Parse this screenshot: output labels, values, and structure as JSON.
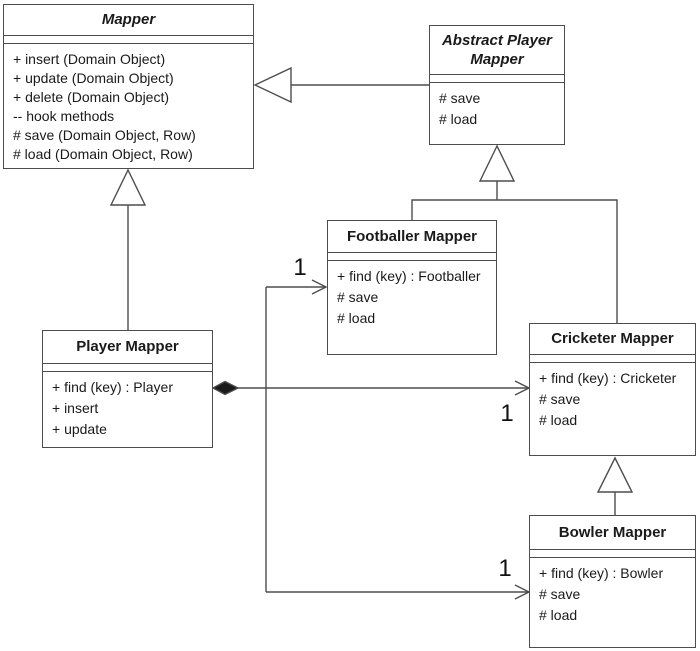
{
  "diagram": {
    "type": "uml-class-diagram",
    "classes": [
      {
        "id": "mapper",
        "title": "Mapper",
        "abstract": true,
        "members": [
          "+ insert (Domain Object)",
          "+ update (Domain Object)",
          "+ delete (Domain Object)",
          "-- hook methods",
          "# save (Domain Object, Row)",
          "# load (Domain Object, Row)"
        ]
      },
      {
        "id": "abstract-player-mapper",
        "title": "Abstract Player Mapper",
        "abstract": true,
        "members": [
          "# save",
          "# load"
        ]
      },
      {
        "id": "footballer-mapper",
        "title": "Footballer Mapper",
        "abstract": false,
        "members": [
          "+ find (key) : Footballer",
          "# save",
          "# load"
        ]
      },
      {
        "id": "player-mapper",
        "title": "Player Mapper",
        "abstract": false,
        "members": [
          "+ find (key) : Player",
          "+ insert",
          "+ update"
        ]
      },
      {
        "id": "cricketer-mapper",
        "title": "Cricketer Mapper",
        "abstract": false,
        "members": [
          "+ find (key) : Cricketer",
          "# save",
          "# load"
        ]
      },
      {
        "id": "bowler-mapper",
        "title": "Bowler Mapper",
        "abstract": false,
        "members": [
          "+ find (key) : Bowler",
          "# save",
          "# load"
        ]
      }
    ],
    "relationships": [
      {
        "type": "generalization",
        "from": "Abstract Player Mapper",
        "to": "Mapper"
      },
      {
        "type": "generalization",
        "from": "Player Mapper",
        "to": "Mapper"
      },
      {
        "type": "generalization",
        "from": "Footballer Mapper",
        "to": "Abstract Player Mapper"
      },
      {
        "type": "generalization",
        "from": "Cricketer Mapper",
        "to": "Abstract Player Mapper"
      },
      {
        "type": "generalization",
        "from": "Bowler Mapper",
        "to": "Cricketer Mapper"
      },
      {
        "type": "composition",
        "from": "Player Mapper",
        "to": "Footballer Mapper",
        "multiplicity": "1"
      },
      {
        "type": "composition",
        "from": "Player Mapper",
        "to": "Cricketer Mapper",
        "multiplicity": "1"
      },
      {
        "type": "composition",
        "from": "Player Mapper",
        "to": "Bowler Mapper",
        "multiplicity": "1"
      }
    ],
    "multiplicities": [
      {
        "text": "1"
      },
      {
        "text": "1"
      },
      {
        "text": "1"
      }
    ],
    "colors": {
      "line": "#4d4d4d",
      "box_border": "#4d4d4d",
      "box_fill": "#ffffff",
      "text": "#1a1a1a",
      "diamond_fill": "#1a1a1a",
      "background": "#ffffff"
    }
  }
}
